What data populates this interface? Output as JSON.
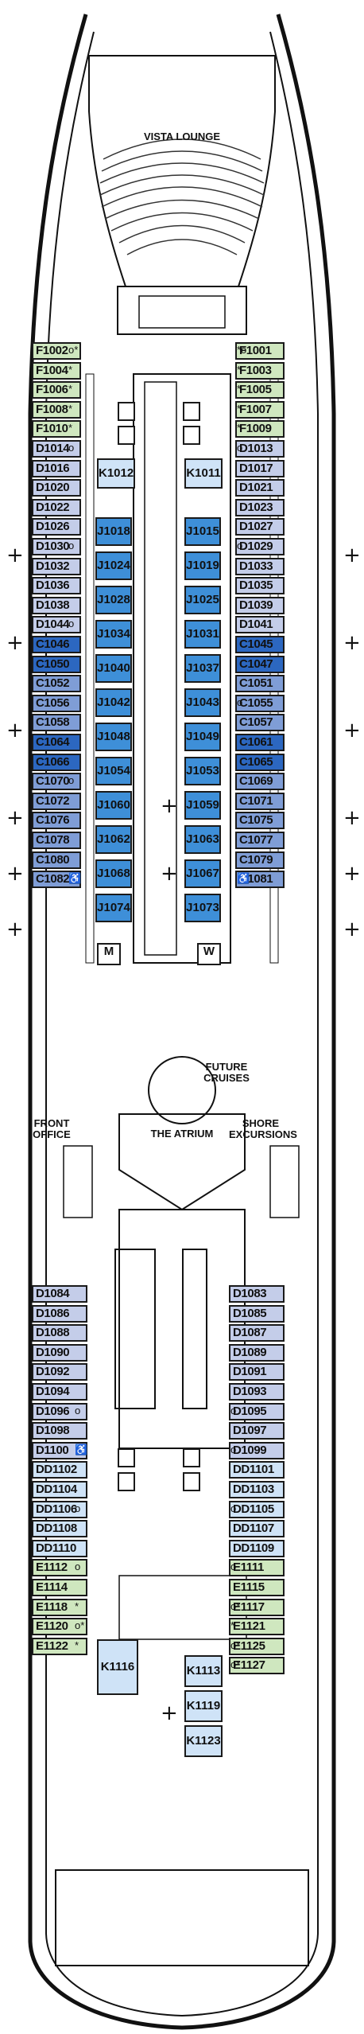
{
  "labels": {
    "vista_lounge": "VISTA LOUNGE",
    "atrium": "THE ATRIUM",
    "future_cruises": "FUTURE CRUISES",
    "front_office": "FRONT OFFICE",
    "shore_excursions": "SHORE EXCURSIONS",
    "men": "M",
    "women": "W"
  },
  "colors": {
    "green": "#cfe7bf",
    "lavender": "#c4cde9",
    "mid_blue": "#7f9dd6",
    "dark_blue": "#2c67c0",
    "ice_blue": "#cfe3f7",
    "bright_blue": "#3e8fd8"
  },
  "cabins_left_fwd": [
    {
      "id": "F1002",
      "color": "green",
      "mark": "o*"
    },
    {
      "id": "F1004",
      "color": "green",
      "mark": "*"
    },
    {
      "id": "F1006",
      "color": "green",
      "mark": "*"
    },
    {
      "id": "F1008",
      "color": "green",
      "mark": "*"
    },
    {
      "id": "F1010",
      "color": "green",
      "mark": "*"
    },
    {
      "id": "D1014",
      "color": "lav",
      "mark": "o"
    },
    {
      "id": "D1016",
      "color": "lav",
      "mark": ""
    },
    {
      "id": "D1020",
      "color": "lav",
      "mark": ""
    },
    {
      "id": "D1022",
      "color": "lav",
      "mark": ""
    },
    {
      "id": "D1026",
      "color": "lav",
      "mark": ""
    },
    {
      "id": "D1030",
      "color": "lav",
      "mark": "o"
    },
    {
      "id": "D1032",
      "color": "lav",
      "mark": ""
    },
    {
      "id": "D1036",
      "color": "lav",
      "mark": ""
    },
    {
      "id": "D1038",
      "color": "lav",
      "mark": ""
    },
    {
      "id": "D1044",
      "color": "lav",
      "mark": "o"
    },
    {
      "id": "C1046",
      "color": "dark",
      "mark": ""
    },
    {
      "id": "C1050",
      "color": "dark",
      "mark": ""
    },
    {
      "id": "C1052",
      "color": "mid",
      "mark": ""
    },
    {
      "id": "C1056",
      "color": "mid",
      "mark": ""
    },
    {
      "id": "C1058",
      "color": "mid",
      "mark": ""
    },
    {
      "id": "C1064",
      "color": "dark",
      "mark": ""
    },
    {
      "id": "C1066",
      "color": "dark",
      "mark": ""
    },
    {
      "id": "C1070",
      "color": "mid",
      "mark": "o"
    },
    {
      "id": "C1072",
      "color": "mid",
      "mark": ""
    },
    {
      "id": "C1076",
      "color": "mid",
      "mark": ""
    },
    {
      "id": "C1078",
      "color": "mid",
      "mark": ""
    },
    {
      "id": "C1080",
      "color": "mid",
      "mark": ""
    },
    {
      "id": "C1082",
      "color": "mid",
      "mark": "♿"
    }
  ],
  "cabins_right_fwd": [
    {
      "id": "F1001",
      "color": "green",
      "mark": "*o"
    },
    {
      "id": "F1003",
      "color": "green",
      "mark": "*"
    },
    {
      "id": "F1005",
      "color": "green",
      "mark": "*"
    },
    {
      "id": "F1007",
      "color": "green",
      "mark": "*"
    },
    {
      "id": "F1009",
      "color": "green",
      "mark": "*"
    },
    {
      "id": "D1013",
      "color": "lav",
      "mark": "o"
    },
    {
      "id": "D1017",
      "color": "lav",
      "mark": ""
    },
    {
      "id": "D1021",
      "color": "lav",
      "mark": ""
    },
    {
      "id": "D1023",
      "color": "lav",
      "mark": ""
    },
    {
      "id": "D1027",
      "color": "lav",
      "mark": ""
    },
    {
      "id": "D1029",
      "color": "lav",
      "mark": "o"
    },
    {
      "id": "D1033",
      "color": "lav",
      "mark": ""
    },
    {
      "id": "D1035",
      "color": "lav",
      "mark": ""
    },
    {
      "id": "D1039",
      "color": "lav",
      "mark": ""
    },
    {
      "id": "D1041",
      "color": "lav",
      "mark": ""
    },
    {
      "id": "C1045",
      "color": "dark",
      "mark": ""
    },
    {
      "id": "C1047",
      "color": "dark",
      "mark": ""
    },
    {
      "id": "C1051",
      "color": "mid",
      "mark": ""
    },
    {
      "id": "C1055",
      "color": "mid",
      "mark": "o"
    },
    {
      "id": "C1057",
      "color": "mid",
      "mark": ""
    },
    {
      "id": "C1061",
      "color": "dark",
      "mark": ""
    },
    {
      "id": "C1065",
      "color": "dark",
      "mark": ""
    },
    {
      "id": "C1069",
      "color": "mid",
      "mark": ""
    },
    {
      "id": "C1071",
      "color": "mid",
      "mark": ""
    },
    {
      "id": "C1075",
      "color": "mid",
      "mark": ""
    },
    {
      "id": "C1077",
      "color": "mid",
      "mark": ""
    },
    {
      "id": "C1079",
      "color": "mid",
      "mark": ""
    },
    {
      "id": "C1081",
      "color": "mid",
      "mark": "♿"
    }
  ],
  "inside_left": [
    "J1018",
    "J1024",
    "J1028",
    "J1034",
    "J1040",
    "J1042",
    "J1048",
    "J1054",
    "J1060",
    "J1062",
    "J1068",
    "J1074"
  ],
  "inside_right": [
    "J1015",
    "J1019",
    "J1025",
    "J1031",
    "J1037",
    "J1043",
    "J1049",
    "J1053",
    "J1059",
    "J1063",
    "J1067",
    "J1073"
  ],
  "k_fwd": [
    "K1012",
    "K1011"
  ],
  "cabins_left_aft": [
    {
      "id": "D1084",
      "color": "lav",
      "mark": ""
    },
    {
      "id": "D1086",
      "color": "lav",
      "mark": ""
    },
    {
      "id": "D1088",
      "color": "lav",
      "mark": ""
    },
    {
      "id": "D1090",
      "color": "lav",
      "mark": ""
    },
    {
      "id": "D1092",
      "color": "lav",
      "mark": ""
    },
    {
      "id": "D1094",
      "color": "lav",
      "mark": ""
    },
    {
      "id": "D1096",
      "color": "lav",
      "mark": "o"
    },
    {
      "id": "D1098",
      "color": "lav",
      "mark": ""
    },
    {
      "id": "D1100",
      "color": "lav",
      "mark": "♿"
    },
    {
      "id": "DD1102",
      "color": "ice",
      "mark": ""
    },
    {
      "id": "DD1104",
      "color": "ice",
      "mark": ""
    },
    {
      "id": "DD1106",
      "color": "ice",
      "mark": "o"
    },
    {
      "id": "DD1108",
      "color": "ice",
      "mark": ""
    },
    {
      "id": "DD1110",
      "color": "ice",
      "mark": ""
    },
    {
      "id": "E1112",
      "color": "green",
      "mark": "o"
    },
    {
      "id": "E1114",
      "color": "green",
      "mark": ""
    },
    {
      "id": "E1118",
      "color": "green",
      "mark": "*"
    },
    {
      "id": "E1120",
      "color": "green",
      "mark": "o*"
    },
    {
      "id": "E1122",
      "color": "green",
      "mark": "*"
    }
  ],
  "cabins_right_aft": [
    {
      "id": "D1083",
      "color": "lav",
      "mark": ""
    },
    {
      "id": "D1085",
      "color": "lav",
      "mark": ""
    },
    {
      "id": "D1087",
      "color": "lav",
      "mark": ""
    },
    {
      "id": "D1089",
      "color": "lav",
      "mark": ""
    },
    {
      "id": "D1091",
      "color": "lav",
      "mark": ""
    },
    {
      "id": "D1093",
      "color": "lav",
      "mark": ""
    },
    {
      "id": "D1095",
      "color": "lav",
      "mark": "o"
    },
    {
      "id": "D1097",
      "color": "lav",
      "mark": ""
    },
    {
      "id": "D1099",
      "color": "lav",
      "mark": "o"
    },
    {
      "id": "DD1101",
      "color": "ice",
      "mark": ""
    },
    {
      "id": "DD1103",
      "color": "ice",
      "mark": ""
    },
    {
      "id": "DD1105",
      "color": "ice",
      "mark": "o"
    },
    {
      "id": "DD1107",
      "color": "ice",
      "mark": ""
    },
    {
      "id": "DD1109",
      "color": "ice",
      "mark": ""
    },
    {
      "id": "E1111",
      "color": "green",
      "mark": "o"
    },
    {
      "id": "E1115",
      "color": "green",
      "mark": ""
    },
    {
      "id": "E1117",
      "color": "green",
      "mark": "o*"
    },
    {
      "id": "E1121",
      "color": "green",
      "mark": "*"
    },
    {
      "id": "E1125",
      "color": "green",
      "mark": "o*"
    },
    {
      "id": "E1127",
      "color": "green",
      "mark": "o*"
    }
  ],
  "k_aft_left": [
    "K1116"
  ],
  "k_aft_right": [
    "K1113",
    "K1119",
    "K1123"
  ]
}
